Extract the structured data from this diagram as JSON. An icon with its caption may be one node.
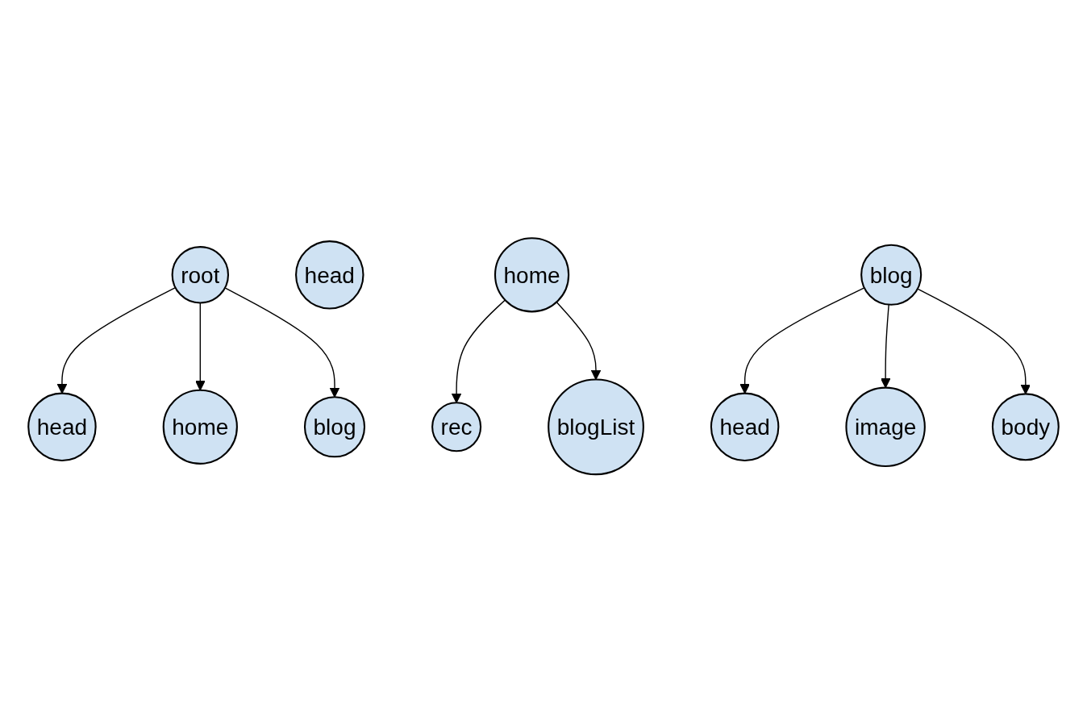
{
  "diagram": {
    "nodes": [
      {
        "text": [
          "root"
        ]
      },
      {
        "text": [
          "head"
        ]
      },
      {
        "text": [
          "home"
        ]
      },
      {
        "text": [
          "blog"
        ]
      },
      {
        "text": [
          "head"
        ]
      },
      {
        "text": [
          "home"
        ]
      },
      {
        "text": [
          "rec"
        ]
      },
      {
        "text": [
          "blogList"
        ]
      },
      {
        "text": [
          "blog"
        ]
      },
      {
        "text": [
          "head"
        ]
      },
      {
        "text": [
          "image"
        ]
      },
      {
        "text": [
          "body"
        ]
      }
    ],
    "edges": [
      {
        "from": 0,
        "to": 1,
        "arrow": "to"
      },
      {
        "from": 0,
        "to": 2,
        "arrow": "to"
      },
      {
        "from": 0,
        "to": 3,
        "arrow": "to"
      },
      {
        "from": 5,
        "to": 6,
        "arrow": "to"
      },
      {
        "from": 5,
        "to": 7,
        "arrow": "to"
      },
      {
        "from": 8,
        "to": 9,
        "arrow": "to"
      },
      {
        "from": 8,
        "to": 10,
        "arrow": "to"
      },
      {
        "from": 8,
        "to": 11,
        "arrow": "to"
      }
    ]
  }
}
